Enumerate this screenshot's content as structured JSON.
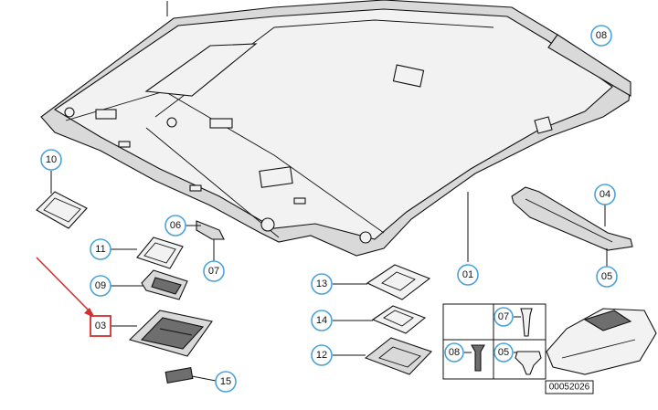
{
  "callouts": {
    "c01": "01",
    "c03": "03",
    "c04": "04",
    "c05": "05",
    "c06": "06",
    "c07": "07",
    "c08": "08",
    "c09": "09",
    "c10": "10",
    "c11": "11",
    "c12": "12",
    "c13": "13",
    "c14": "14",
    "c15": "15",
    "inset_07": "07",
    "inset_08": "08",
    "inset_05": "05"
  },
  "diagram_code": "00052026",
  "colors": {
    "callout_ring": "#4aa3d8",
    "highlight_box": "#d32f2f",
    "arrow": "#d32f2f",
    "line": "#111111"
  }
}
